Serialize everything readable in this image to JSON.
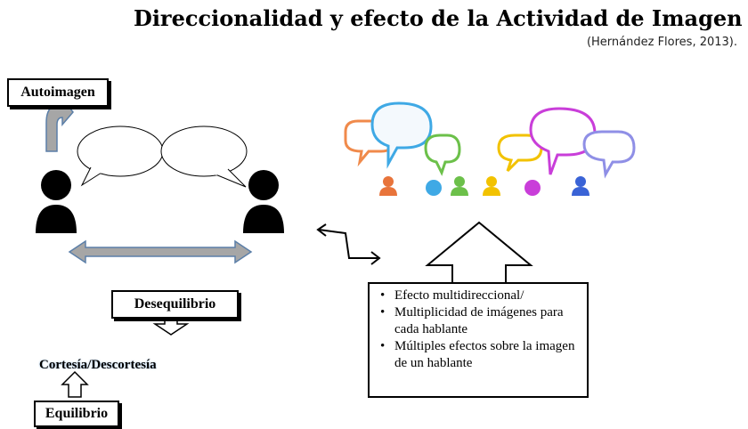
{
  "title": "Direccionalidad y efecto de la Actividad de Imagen",
  "subtitle": "(Hernández Flores, 2013).",
  "labels": {
    "autoimagen": "Autoimagen",
    "desequilibrio": "Desequilibrio",
    "cortesia": "Cortesía/Descortesía",
    "equilibrio": "Equilibrio"
  },
  "bullets": [
    "Efecto multidireccional/",
    "Multiplicidad de imágenes para cada hablante",
    "Múltiples efectos sobre la imagen de un hablante"
  ],
  "colors": {
    "arrow_fill": "#a6a6a6",
    "arrow_stroke": "#5b7fa8",
    "bubble_fill": "#ffffff",
    "people_colors": [
      "#e8743b",
      "#3fa9e5",
      "#6cc04a",
      "#f2c200",
      "#c93ed9",
      "#3a63d6"
    ]
  }
}
